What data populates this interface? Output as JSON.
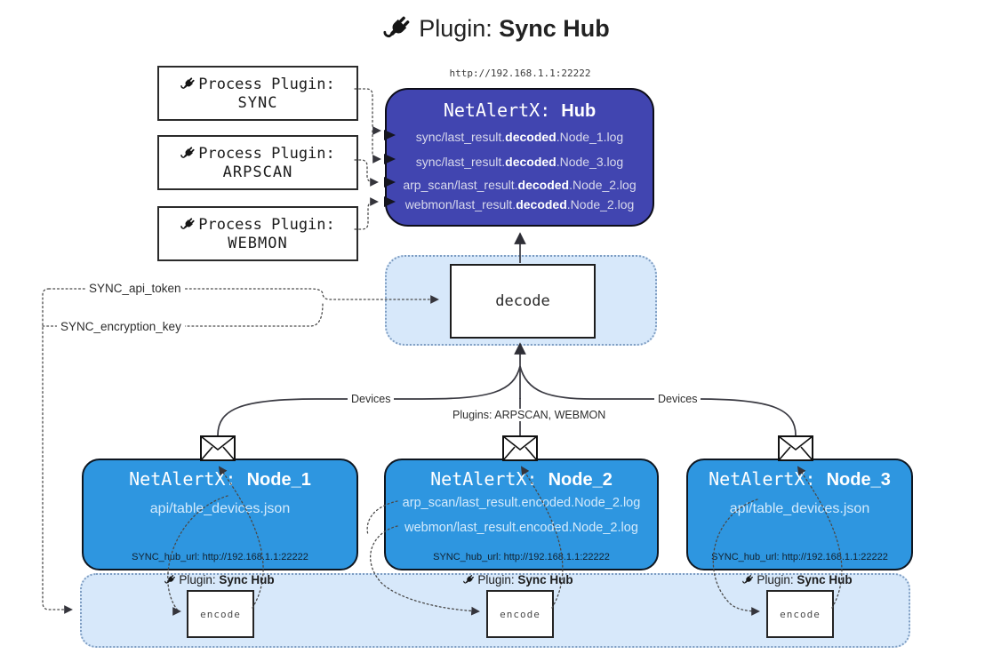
{
  "title": {
    "prefix": "Plugin: ",
    "name": "Sync Hub"
  },
  "process_plugins": [
    {
      "label": "Process Plugin:",
      "name": "SYNC"
    },
    {
      "label": "Process Plugin:",
      "name": "ARPSCAN"
    },
    {
      "label": "Process Plugin:",
      "name": "WEBMON"
    }
  ],
  "hub": {
    "url": "http://192.168.1.1:22222",
    "title_prefix": "NetAlertX: ",
    "title_name": "Hub",
    "log_lines": [
      {
        "pre": "sync/last_result.",
        "bold": "decoded",
        "post": ".Node_1.log"
      },
      {
        "pre": "sync/last_result.",
        "bold": "decoded",
        "post": ".Node_3.log"
      },
      {
        "pre": "arp_scan/last_result.",
        "bold": "decoded",
        "post": ".Node_2.log"
      },
      {
        "pre": "webmon/last_result.",
        "bold": "decoded",
        "post": ".Node_2.log"
      }
    ]
  },
  "decode_label": "decode",
  "settings": {
    "api_token": "SYNC_api_token",
    "encryption_key": "SYNC_encryption_key"
  },
  "edge_labels": {
    "left": "Devices",
    "middle": "Plugins: ARPSCAN, WEBMON",
    "right": "Devices"
  },
  "nodes": [
    {
      "title_prefix": "NetAlertX: ",
      "name": "Node_1",
      "lines": [
        "api/table_devices.json"
      ],
      "hub_url": "SYNC_hub_url: http://192.168.1.1:22222"
    },
    {
      "title_prefix": "NetAlertX: ",
      "name": "Node_2",
      "lines": [
        "arp_scan/last_result.encoded.Node_2.log",
        "webmon/last_result.encoded.Node_2.log"
      ],
      "hub_url": "SYNC_hub_url: http://192.168.1.1:22222"
    },
    {
      "title_prefix": "NetAlertX: ",
      "name": "Node_3",
      "lines": [
        "api/table_devices.json"
      ],
      "hub_url": "SYNC_hub_url: http://192.168.1.1:22222"
    }
  ],
  "encode_band": {
    "groups": [
      {
        "label_prefix": "Plugin: ",
        "label_name": "Sync Hub",
        "box_label": "encode"
      },
      {
        "label_prefix": "Plugin: ",
        "label_name": "Sync Hub",
        "box_label": "encode"
      },
      {
        "label_prefix": "Plugin: ",
        "label_name": "Sync Hub",
        "box_label": "encode"
      }
    ]
  },
  "colors": {
    "hub_fill": "#4145b0",
    "node_fill": "#2e96e0",
    "band_fill": "#d7e8fa",
    "band_border": "#7e9dc2",
    "wire": "#3a3a42",
    "hub_text": "#d8d9ec"
  }
}
